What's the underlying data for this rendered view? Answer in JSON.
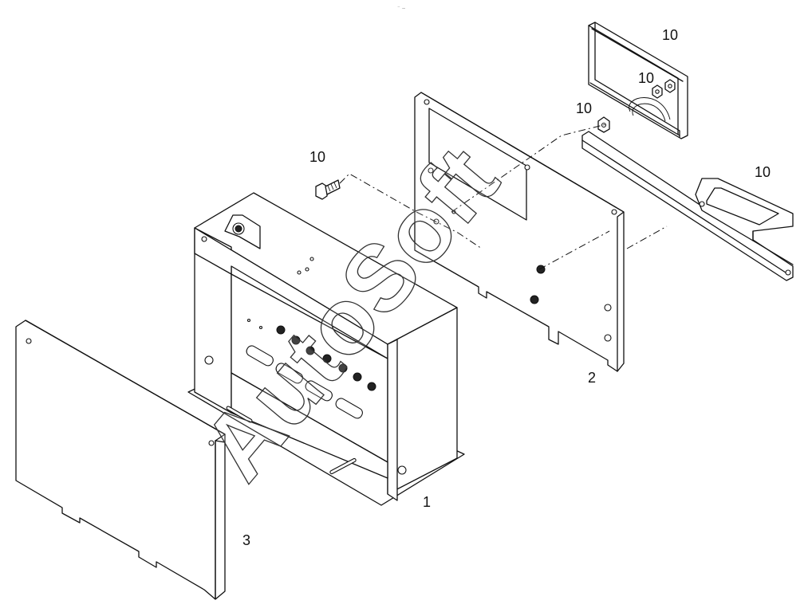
{
  "diagram": {
    "callouts": {
      "c1": "1",
      "c2": "2",
      "c3": "3",
      "c10_top": "10",
      "c10_nut_upper": "10",
      "c10_nut_lower": "10",
      "c10_rail": "10",
      "c10_bolt": "10"
    },
    "watermark": "AutoSoft",
    "corner_mark": "⁻ ‒"
  }
}
